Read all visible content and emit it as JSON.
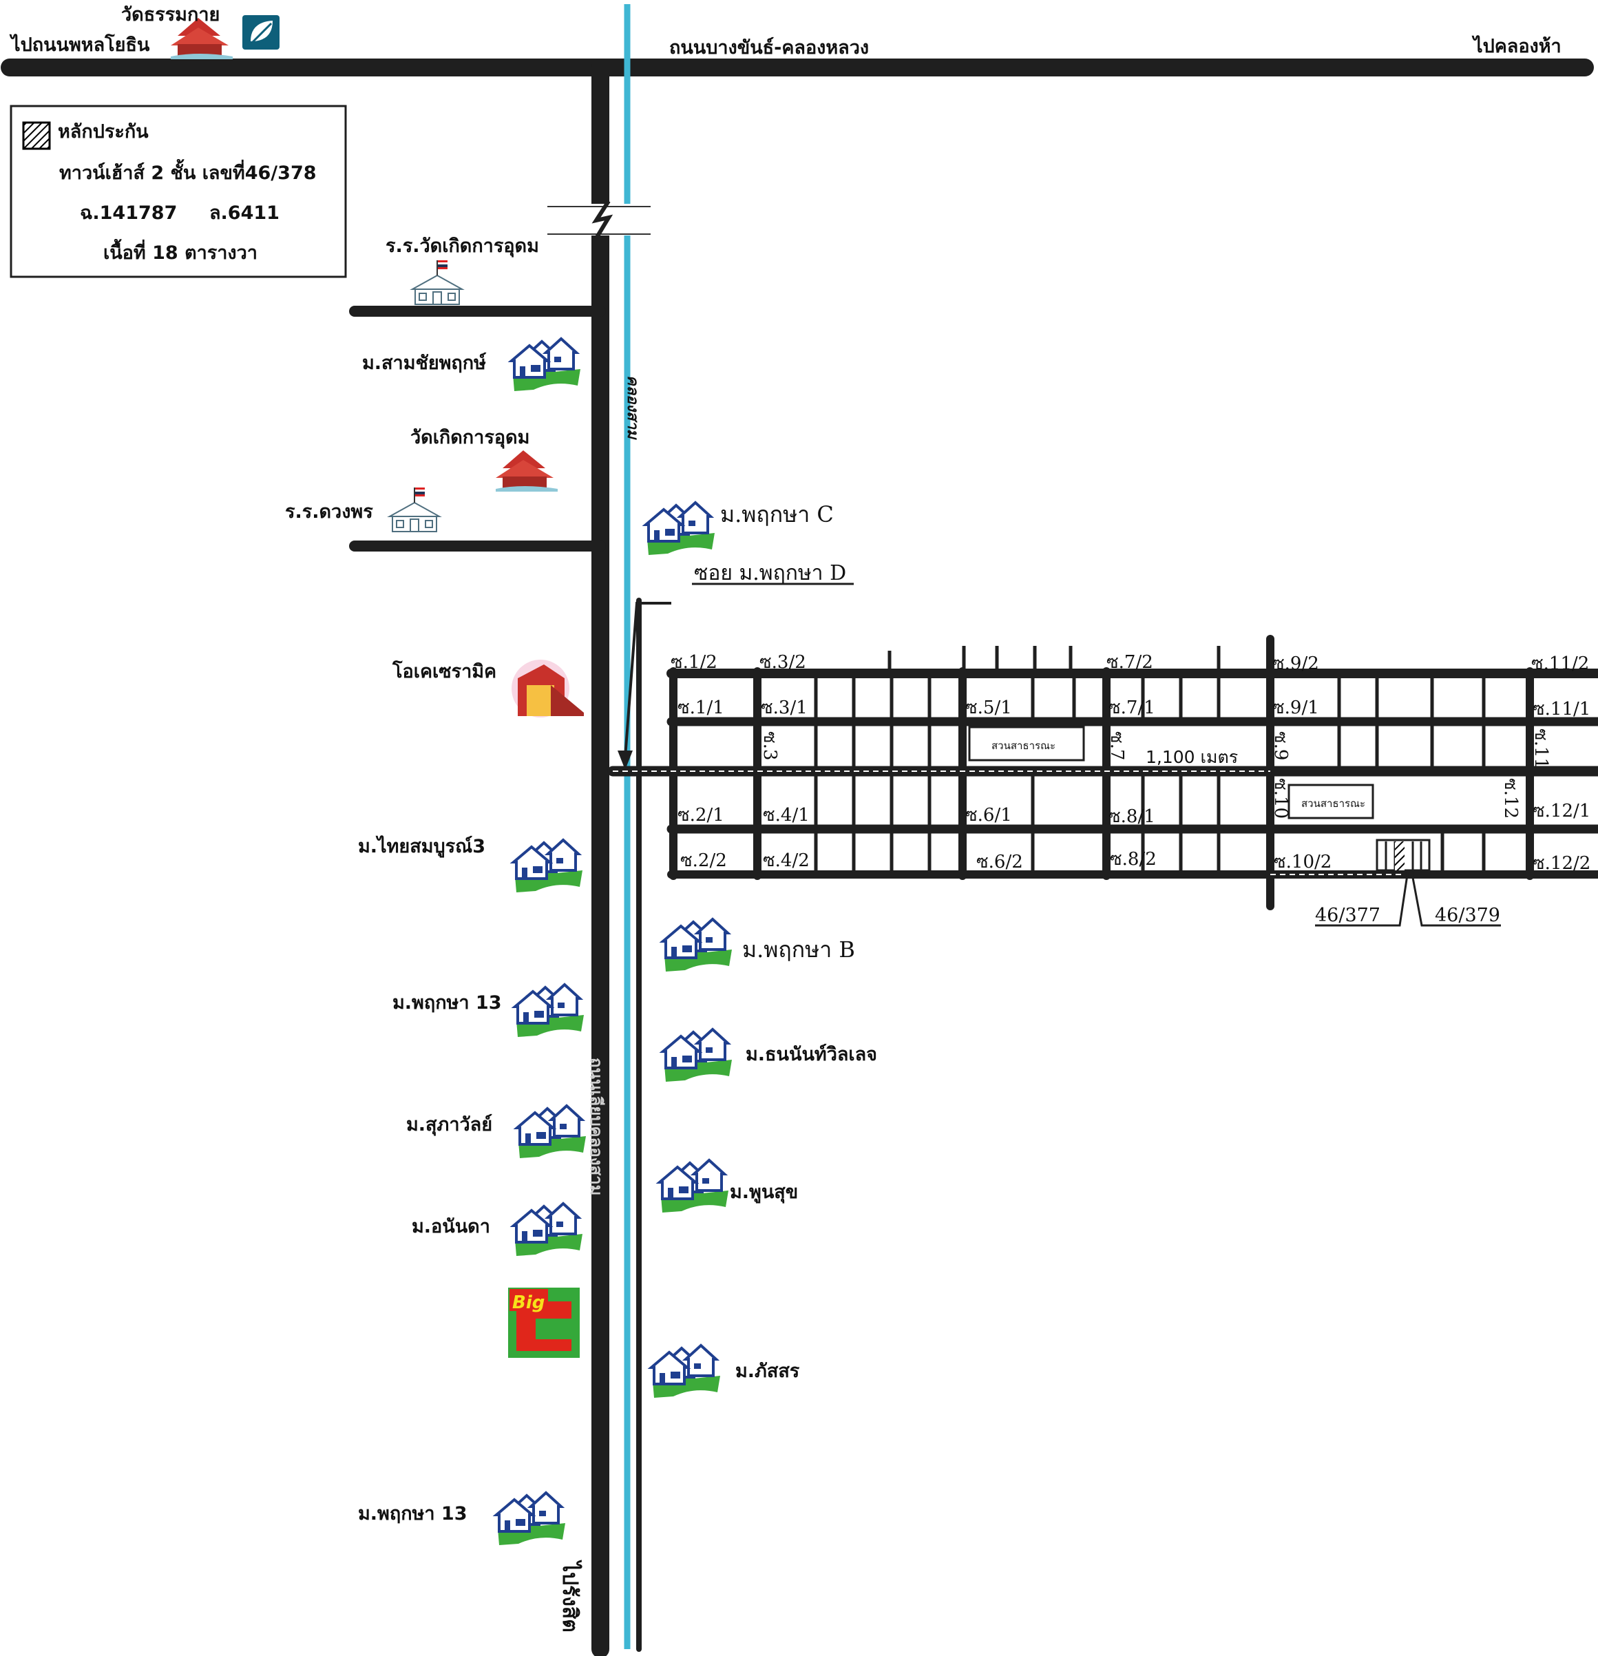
{
  "colors": {
    "road": "#1f1f1f",
    "canal": "#3fb6d3",
    "house_green": "#3dab3a",
    "house_blue": "#1f3f8f",
    "temple_red": "#c8312b",
    "bigc_red": "#e0261b",
    "bigc_green": "#35a83a",
    "bigc_yellow": "#f7e21a"
  },
  "top": {
    "temple": "วัดธรรมกาย",
    "to_west": "ไปถนนพหลโยธิน",
    "road_name": "ถนนบางขันธ์-คลองหลวง",
    "to_east": "ไปคลองห้า"
  },
  "legend": {
    "title": "หลักประกัน",
    "line1": "ทาวน์เฮ้าส์  2  ชั้น  เลขที่46/378",
    "deed": "ฉ.141787",
    "land_no": "ล.6411",
    "area": "เนื้อที่ 18 ตารางวา"
  },
  "main_road": {
    "canal_name": "คลองสาม",
    "road_name": "ถนนเลียบคลองสาม",
    "to_south": "ไปรังสิต"
  },
  "places_west": [
    {
      "icon": "school-icon",
      "label": "ร.ร.วัดเกิดการอุดม"
    },
    {
      "icon": "house-estate-icon",
      "label": "ม.สามชัยพฤกษ์"
    },
    {
      "icon": "temple-icon",
      "label": "วัดเกิดการอุดม"
    },
    {
      "icon": "school-icon",
      "label": "ร.ร.ดวงพร"
    },
    {
      "icon": "factory-icon",
      "label": "โอเคเซรามิค"
    },
    {
      "icon": "house-estate-icon",
      "label": "ม.ไทยสมบูรณ์3"
    },
    {
      "icon": "house-estate-icon",
      "label": "ม.พฤกษา 13"
    },
    {
      "icon": "house-estate-icon",
      "label": "ม.สุภาวัลย์"
    },
    {
      "icon": "house-estate-icon",
      "label": "ม.อนันดา"
    },
    {
      "icon": "big-c-logo",
      "label": "Big"
    },
    {
      "icon": "house-estate-icon",
      "label": "ม.พฤกษา 13"
    }
  ],
  "places_east": [
    {
      "icon": "house-estate-icon",
      "label": "ม.พฤกษา C"
    },
    {
      "icon": "house-estate-icon",
      "label": "ม.พฤกษา B"
    },
    {
      "icon": "house-estate-icon",
      "label": "ม.ธนนันท์วิลเลจ"
    },
    {
      "icon": "house-estate-icon",
      "label": "ม.พูนสุข"
    },
    {
      "icon": "house-estate-icon",
      "label": "ม.ภัสสร"
    }
  ],
  "soi_d": "ซอย ม.พฤกษา D",
  "distance": "1,100 เมตร",
  "park": "สวนสาธารณะ",
  "sois": [
    "ซ.1/2",
    "ซ.3/2",
    "ซ.7/2",
    "ซ.9/2",
    "ซ.11/2",
    "ซ.1/1",
    "ซ.3/1",
    "ซ.5/1",
    "ซ.7/1",
    "ซ.9/1",
    "ซ.11/1",
    "ซ.3",
    "ซ.7",
    "ซ.9",
    "ซ.11",
    "ซ.10",
    "ซ.12",
    "ซ.2/1",
    "ซ.4/1",
    "ซ.6/1",
    "ซ.8/1",
    "ซ.12/1",
    "ซ.2/2",
    "ซ.4/2",
    "ซ.6/2",
    "ซ.8/2",
    "ซ.10/2",
    "ซ.12/2"
  ],
  "units": {
    "left": "46/377",
    "right": "46/379"
  }
}
